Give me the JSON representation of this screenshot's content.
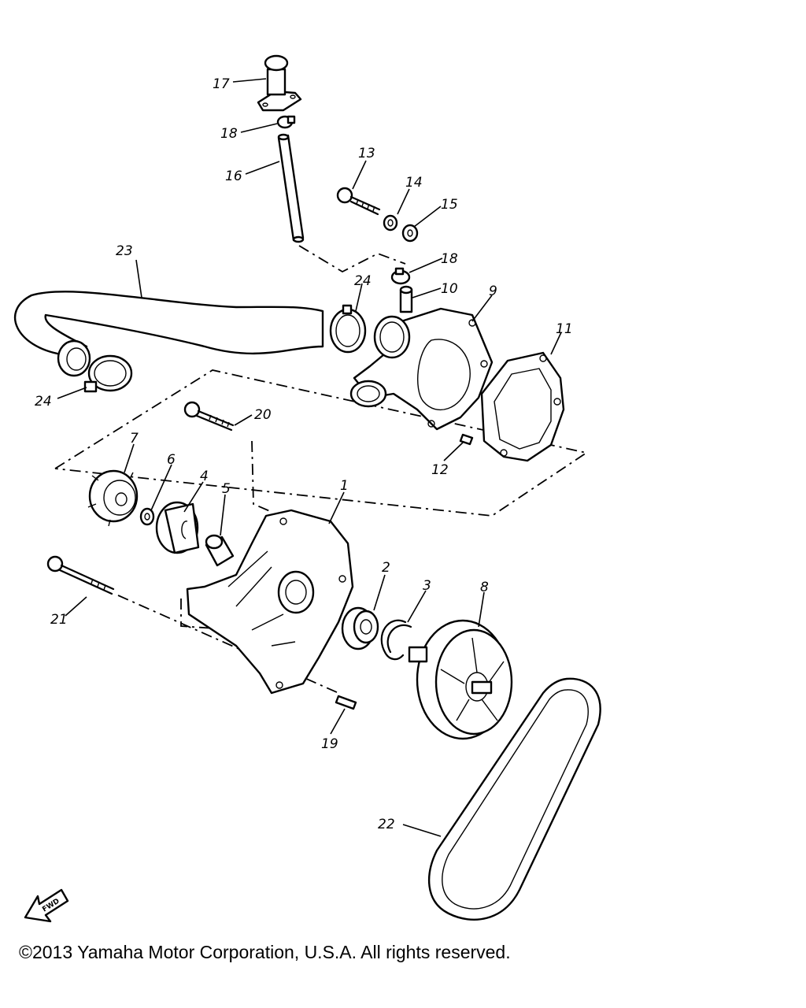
{
  "diagram": {
    "callouts": {
      "c1": "1",
      "c2": "2",
      "c3": "3",
      "c4": "4",
      "c5": "5",
      "c6": "6",
      "c7": "7",
      "c8": "8",
      "c9": "9",
      "c10": "10",
      "c11": "11",
      "c12": "12",
      "c13": "13",
      "c14": "14",
      "c15": "15",
      "c16": "16",
      "c17": "17",
      "c18a": "18",
      "c18b": "18",
      "c19": "19",
      "c20": "20",
      "c21": "21",
      "c22": "22",
      "c23": "23",
      "c24a": "24",
      "c24b": "24"
    },
    "fwd_label": "FWD",
    "colors": {
      "line": "#000000",
      "background": "#ffffff"
    }
  },
  "footer": {
    "copyright": "©2013 Yamaha Motor Corporation, U.S.A. All rights reserved."
  }
}
